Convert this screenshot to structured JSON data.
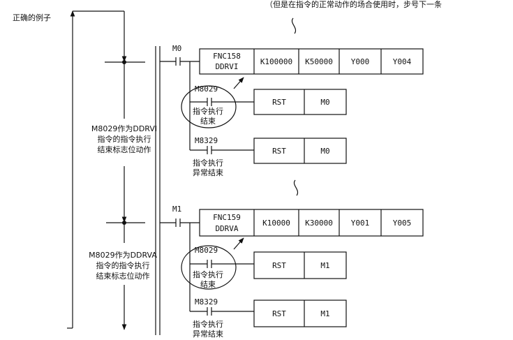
{
  "header": {
    "top_text": "（但是在指令的正常动作的场合使用时，步号下一条",
    "example_title": "正确的例子"
  },
  "left_notes": {
    "note1": [
      "M8029作为DDRVI",
      "指令的指令执行",
      "结束标志位动作"
    ],
    "note2": [
      "M8029作为DDRVA",
      "指令的指令执行",
      "结束标志位动作"
    ]
  },
  "rung1": {
    "contact": "M0",
    "func_line1": "FNC158",
    "func_line2": "DDRVI",
    "operands": [
      "K100000",
      "K50000",
      "Y000",
      "Y004"
    ],
    "branch1_contact": "M8029",
    "branch1_comment": [
      "指令执行",
      "结束"
    ],
    "branch1_instr": "RST",
    "branch1_dev": "M0",
    "branch2_contact": "M8329",
    "branch2_comment": [
      "指令执行",
      "异常结束"
    ],
    "branch2_instr": "RST",
    "branch2_dev": "M0"
  },
  "rung2": {
    "contact": "M1",
    "func_line1": "FNC159",
    "func_line2": "DDRVA",
    "operands": [
      "K10000",
      "K30000",
      "Y001",
      "Y005"
    ],
    "branch1_contact": "M8029",
    "branch1_comment": [
      "指令执行",
      "结束"
    ],
    "branch1_instr": "RST",
    "branch1_dev": "M1",
    "branch2_contact": "M8329",
    "branch2_comment": [
      "指令执行",
      "异常结束"
    ],
    "branch2_instr": "RST",
    "branch2_dev": "M1"
  }
}
